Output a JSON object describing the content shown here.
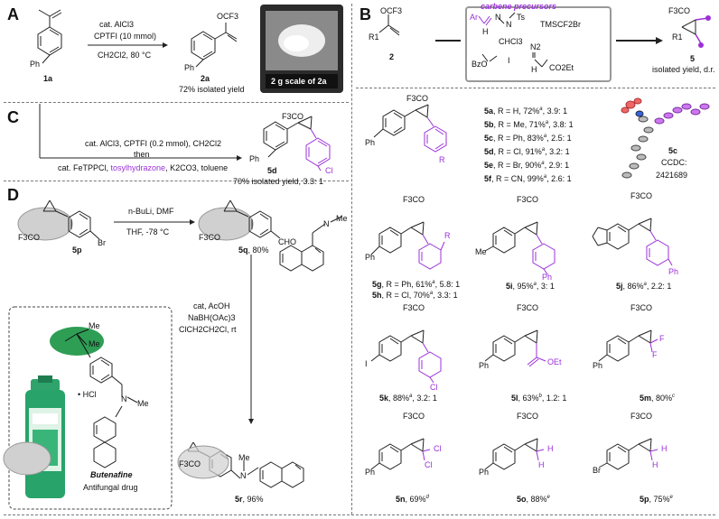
{
  "panels": {
    "A": "A",
    "B": "B",
    "C": "C",
    "D": "D"
  },
  "panel_a": {
    "start_label": "1a",
    "reagent_1": "cat. AlCl3",
    "reagent_2": "CPTFI (10 mmol)",
    "conditions": "CH2Cl2, 80 °C",
    "product_label": "2a",
    "yield_text": "72% isolated yield",
    "photo_caption": "2 g scale of 2a"
  },
  "panel_b": {
    "substrate_label": "2",
    "box_title": "carbene precursors",
    "precursors": [
      "Ar",
      "N",
      "N",
      "Ts",
      "H",
      "TMSCF2Br",
      "CHCl3",
      "N2",
      "BzO",
      "I",
      "H",
      "CO2Et"
    ],
    "product_label": "5",
    "product_caption": "isolated yield, d.r.",
    "crystal_label": "5c",
    "ccdc_label": "CCDC:",
    "ccdc_number": "2421689"
  },
  "series_5a_f": [
    {
      "id": "5a",
      "text": ", R = H, 72%",
      "sup": "a",
      "dr": ",  3.9: 1"
    },
    {
      "id": "5b",
      "text": ", R = Me, 71%",
      "sup": "a",
      "dr": ",  3.8: 1"
    },
    {
      "id": "5c",
      "text": ", R = Ph, 83%",
      "sup": "a",
      "dr": ",  2.5: 1"
    },
    {
      "id": "5d",
      "text": ", R = Cl, 91%",
      "sup": "a",
      "dr": ",  3.2: 1"
    },
    {
      "id": "5e",
      "text": ", R = Br, 90%",
      "sup": "a",
      "dr": ",  2.9: 1"
    },
    {
      "id": "5f",
      "text": ", R = CN, 99%",
      "sup": "a",
      "dr": ",  2.6: 1"
    }
  ],
  "compounds": {
    "5g": {
      "id": "5g",
      "text": ", R = Ph, 61%",
      "sup": "a",
      "dr": ", 5.8: 1"
    },
    "5h": {
      "id": "5h",
      "text": ", R = Cl, 70%",
      "sup": "a",
      "dr": ", 3.3: 1"
    },
    "5i": {
      "id": "5i",
      "text": ", 95%",
      "sup": "a",
      "dr": ", 3: 1"
    },
    "5j": {
      "id": "5j",
      "text": ", 86%",
      "sup": "a",
      "dr": ", 2.2: 1"
    },
    "5k": {
      "id": "5k",
      "text": ", 88%",
      "sup": "a",
      "dr": ", 3.2: 1"
    },
    "5l": {
      "id": "5l",
      "text": ", 63%",
      "sup": "b",
      "dr": ", 1.2: 1"
    },
    "5m": {
      "id": "5m",
      "text": ", 80%",
      "sup": "c",
      "dr": ""
    },
    "5n": {
      "id": "5n",
      "text": ", 69%",
      "sup": "d",
      "dr": ""
    },
    "5o": {
      "id": "5o",
      "text": ", 88%",
      "sup": "e",
      "dr": ""
    },
    "5p": {
      "id": "5p",
      "text": ", 75%",
      "sup": "e",
      "dr": ""
    }
  },
  "panel_c": {
    "line_1": "cat. AlCl3, CPTFI (0.2 mmol), CH2Cl2",
    "line_2": "then",
    "line_3_prefix": "cat. FeTPPCl, ",
    "line_3_purple": "tosylhydrazone",
    "line_3_suffix": ", K2CO3, toluene",
    "product_label": "5d",
    "yield_text": "70% isolated yield, 3.3: 1"
  },
  "panel_d": {
    "start_label": "5p",
    "step1_reagent": "n-BuLi, DMF",
    "step1_conditions": "THF, -78 °C",
    "intermediate_label": "5q",
    "intermediate_yield": ", 80%",
    "step2_reagent_1": "cat, AcOH",
    "step2_reagent_2": "NaBH(OAc)3",
    "step2_reagent_3": "ClCH2CH2Cl, rt",
    "product_label": "5r",
    "product_yield": ", 96%",
    "drug_salt": "• HCl",
    "drug_name": "Butenafine",
    "drug_use": "Antifungal drug"
  },
  "atom_labels": {
    "ph": "Ph",
    "me": "Me",
    "br": "Br",
    "cl": "Cl",
    "i": "I",
    "r": "R",
    "f3co": "F3CO",
    "ocf3": "OCF3",
    "cho": "CHO",
    "oet": "OEt",
    "f": "F",
    "h": "H",
    "n": "N",
    "r1": "R1"
  },
  "colors": {
    "purple": "#9b30d9",
    "green": "#2e9e55",
    "gray_ellipse": "#d0d0d0"
  }
}
